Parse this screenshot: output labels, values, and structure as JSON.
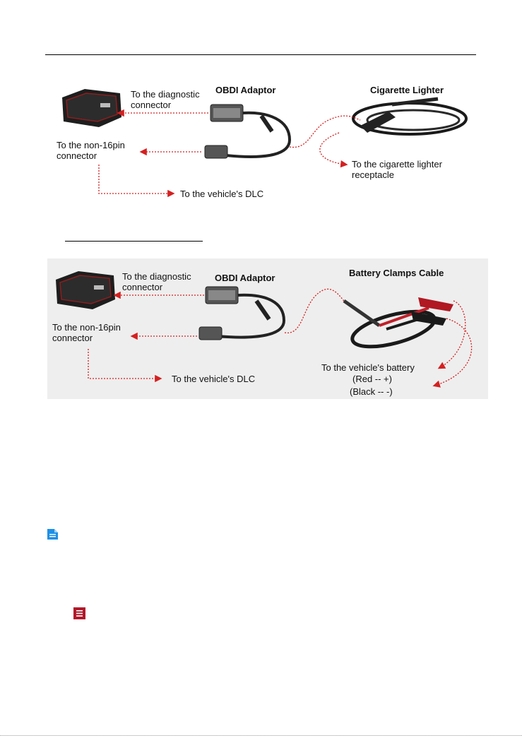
{
  "figure1": {
    "adaptor_title": "OBDI Adaptor",
    "accessory_title": "Cigarette Lighter",
    "diag_line1": "To the diagnostic",
    "diag_line2": "connector",
    "non16_line1": "To the non-16pin",
    "non16_line2": "connector",
    "dlc": "To the vehicle's DLC",
    "receptacle_line1": "To the cigarette lighter",
    "receptacle_line2": "receptacle"
  },
  "figure2": {
    "adaptor_title": "OBDI Adaptor",
    "accessory_title": "Battery Clamps Cable",
    "diag_line1": "To the diagnostic",
    "diag_line2": "connector",
    "non16_line1": "To the non-16pin",
    "non16_line2": "connector",
    "dlc": "To the vehicle's DLC",
    "battery_line1": "To the vehicle's battery",
    "battery_line2": "(Red -- +)",
    "battery_line3": "(Black -- -)"
  },
  "icons": {
    "note_icon_color": "#1e90e6",
    "menu_icon_color": "#b0182a",
    "arrow_color": "#d42020"
  }
}
